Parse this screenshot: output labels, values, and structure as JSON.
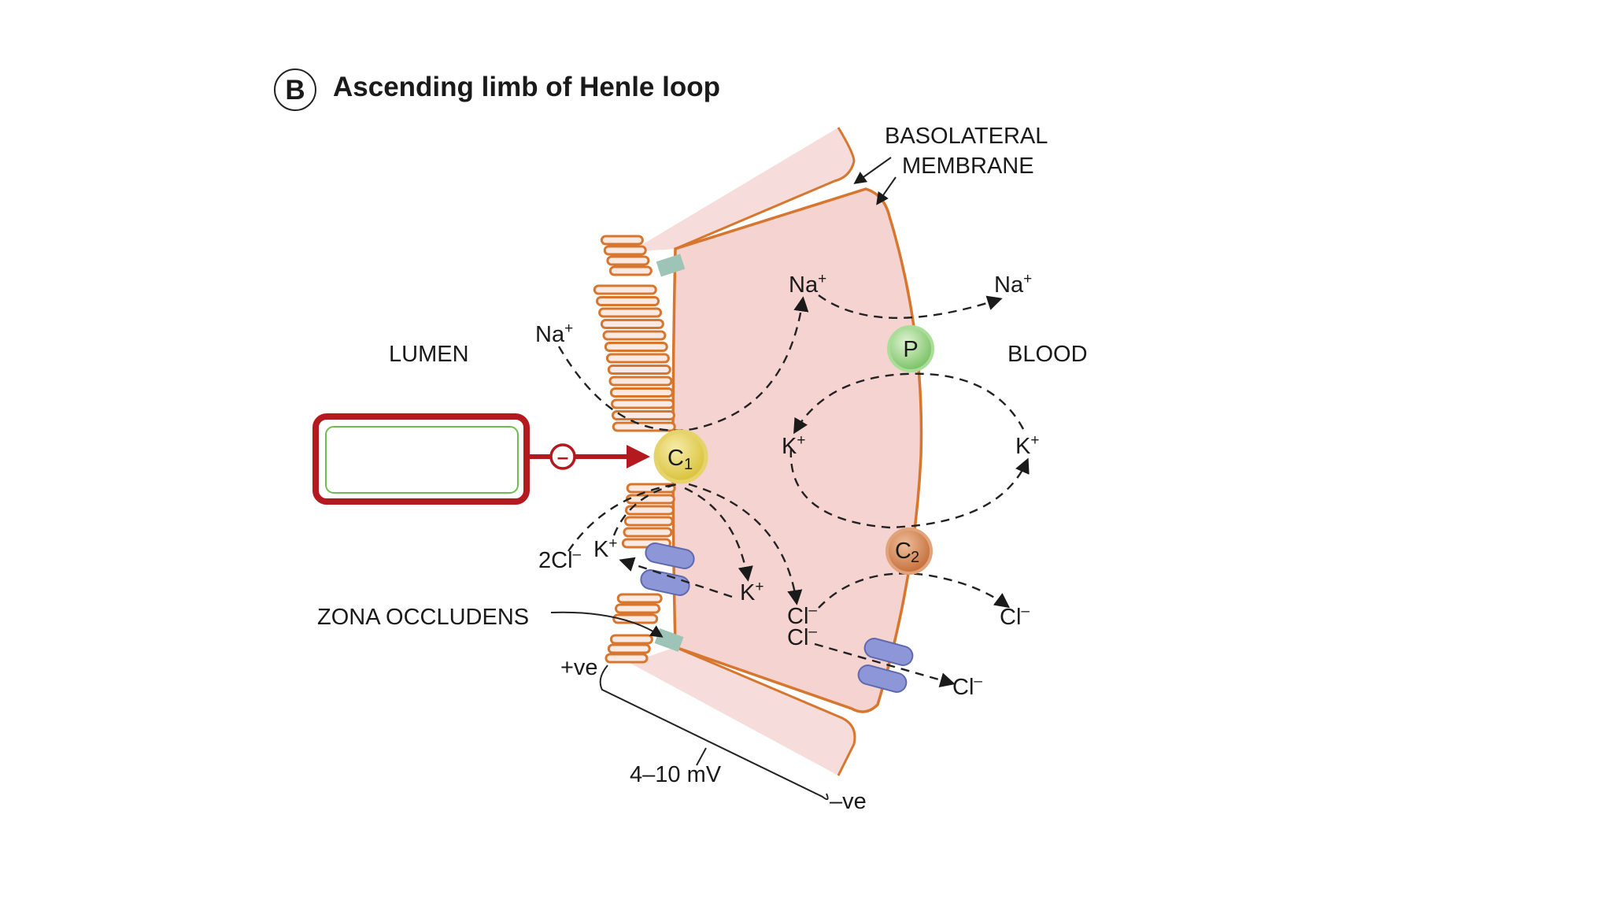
{
  "title": {
    "letter": "B",
    "text": "Ascending limb of Henle loop"
  },
  "labels": {
    "basolateral_line1": "BASOLATERAL",
    "basolateral_line2": "MEMBRANE",
    "lumen": "LUMEN",
    "blood": "BLOOD",
    "zona_occludens": "ZONA OCCLUDENS",
    "positive": "+ve",
    "negative": "–ve",
    "potential": "4–10 mV",
    "inhibit_symbol": "–"
  },
  "transporters": {
    "c1": {
      "letter": "C",
      "subscript": "1"
    },
    "c2": {
      "letter": "C",
      "subscript": "2"
    },
    "p": {
      "letter": "P"
    }
  },
  "ions": {
    "na_lumen": {
      "base": "Na",
      "charge": "+"
    },
    "na_cell": {
      "base": "Na",
      "charge": "+"
    },
    "na_blood": {
      "base": "Na",
      "charge": "+"
    },
    "k_cell": {
      "base": "K",
      "charge": "+"
    },
    "k_blood": {
      "base": "K",
      "charge": "+"
    },
    "k_lumen": {
      "base": "K",
      "charge": "+"
    },
    "k_channel": {
      "base": "K",
      "charge": "+"
    },
    "cl2_lumen": {
      "base": "2Cl",
      "charge": "–"
    },
    "cl_cell_1": {
      "base": "Cl",
      "charge": "–"
    },
    "cl_cell_2": {
      "base": "Cl",
      "charge": "–"
    },
    "cl_blood_1": {
      "base": "Cl",
      "charge": "–"
    },
    "cl_blood_2": {
      "base": "Cl",
      "charge": "–"
    }
  },
  "colors": {
    "cell_fill": "#f4d3d1",
    "membrane": "#d7772f",
    "tight_junction": "#9ec4b8",
    "channel": "#8d97d8",
    "c1": "#e2cd49",
    "c2": "#cd7c4a",
    "p": "#8fd07a",
    "inhibitor": "#b3191f",
    "drug_box_inner": "#6fbd52"
  }
}
